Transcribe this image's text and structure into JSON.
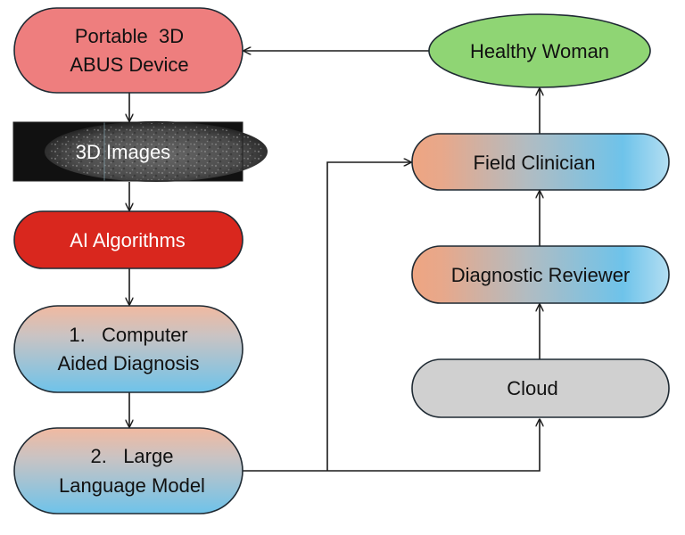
{
  "diagram": {
    "colors": {
      "portable_device_fill": "#ee7e7e",
      "ai_algorithms_fill": "#d9271e",
      "healthy_woman_fill": "#8fd574",
      "cloud_fill": "#d0d0d0",
      "gradient_orange": "#eea582",
      "gradient_blue": "#6ec3ea",
      "gradient_light_blue": "#a9daf0",
      "image_dark": "#151515",
      "line": "#1a1a1a"
    },
    "nodes": {
      "portable_device": {
        "line1": "Portable  3D",
        "line2": "ABUS Device"
      },
      "images": {
        "label": "3D Images"
      },
      "ai_algorithms": {
        "label": "AI Algorithms"
      },
      "cad": {
        "line1": "1.   Computer",
        "line2": "Aided Diagnosis"
      },
      "llm": {
        "line1": "2.   Large",
        "line2": "Language Model"
      },
      "healthy_woman": {
        "label": "Healthy Woman"
      },
      "field_clinician": {
        "label": "Field Clinician"
      },
      "diagnostic_reviewer": {
        "label": "Diagnostic Reviewer"
      },
      "cloud": {
        "label": "Cloud"
      }
    },
    "edges": [
      {
        "from": "Portable 3D ABUS Device",
        "to": "3D Images"
      },
      {
        "from": "3D Images",
        "to": "AI Algorithms"
      },
      {
        "from": "AI Algorithms",
        "to": "Computer Aided Diagnosis"
      },
      {
        "from": "Computer Aided Diagnosis",
        "to": "Large Language Model"
      },
      {
        "from": "Large Language Model",
        "to": "Cloud"
      },
      {
        "from": "Large Language Model",
        "to": "Field Clinician"
      },
      {
        "from": "Cloud",
        "to": "Diagnostic Reviewer"
      },
      {
        "from": "Diagnostic Reviewer",
        "to": "Field Clinician"
      },
      {
        "from": "Field Clinician",
        "to": "Healthy Woman"
      },
      {
        "from": "Healthy Woman",
        "to": "Portable 3D ABUS Device"
      }
    ]
  }
}
